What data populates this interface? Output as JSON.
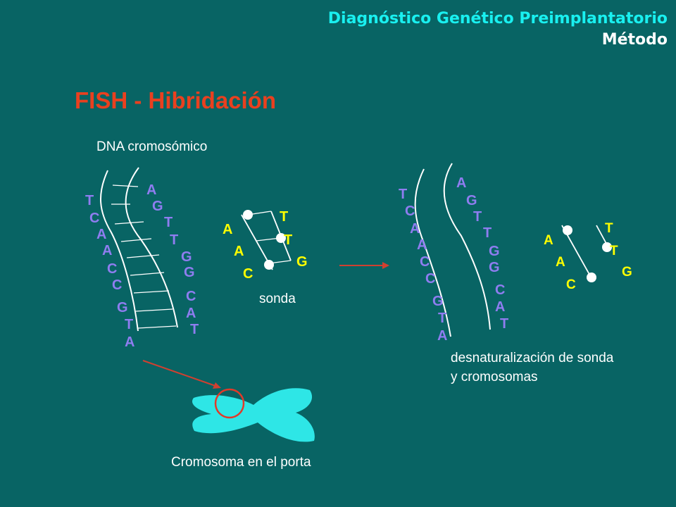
{
  "header": {
    "title": "Diagnóstico Genético Preimplantatorio",
    "subtitle": "Método"
  },
  "slide_title": "FISH - Hibridación",
  "labels": {
    "dna": "DNA cromosómico",
    "sonda": "sonda",
    "desnaturalizacion": "desnaturalización de sonda y cromosomas",
    "cromosoma": "Cromosoma en el porta"
  },
  "colors": {
    "background": "#086464",
    "header_title": "#19F0F0",
    "slide_title": "#E9401F",
    "strand_letters": "#8F7DF0",
    "probe_letters": "#FFFF00",
    "chromosome": "#2EE6E6",
    "highlight_circle": "#E03A2A",
    "arrow": "#D04030"
  },
  "dna_left_strand": [
    "T",
    "C",
    "A",
    "A",
    "C",
    "C",
    "G",
    "T",
    "A"
  ],
  "dna_right_strand": [
    "A",
    "G",
    "T",
    "T",
    "G",
    "G",
    "C",
    "A",
    "T"
  ],
  "probe_left": [
    "A",
    "A",
    "C"
  ],
  "probe_right": [
    "T",
    "T",
    "G"
  ],
  "denat_left_strand": [
    "T",
    "C",
    "A",
    "A",
    "C",
    "C",
    "G",
    "T",
    "A"
  ],
  "denat_right_strand": [
    "A",
    "G",
    "T",
    "T",
    "G",
    "G",
    "C",
    "A",
    "T"
  ],
  "probe2_left": [
    "A",
    "A",
    "C"
  ],
  "probe2_right": [
    "T",
    "T",
    "G"
  ]
}
